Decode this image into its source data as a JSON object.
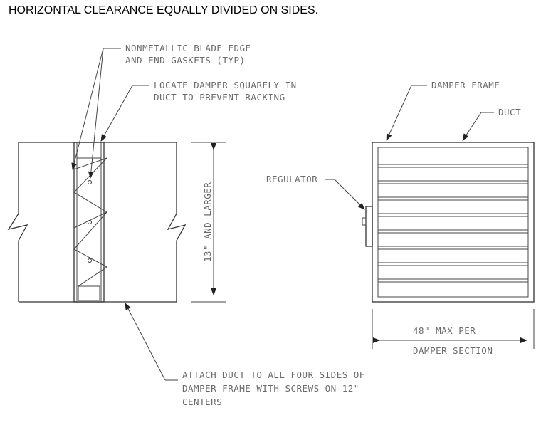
{
  "title": "HORIZONTAL CLEARANCE EQUALLY DIVIDED ON SIDES.",
  "labels": {
    "gaskets_1": "NONMETALLIC BLADE EDGE",
    "gaskets_2": "AND END GASKETS (TYP)",
    "locate_1": "LOCATE DAMPER SQUARELY IN",
    "locate_2": "DUCT TO PREVENT RACKING",
    "damper_frame": "DAMPER FRAME",
    "duct": "DUCT",
    "regulator": "REGULATOR",
    "height": "13\" AND LARGER",
    "width_1": "48\" MAX PER",
    "width_2": "DAMPER SECTION",
    "attach_1": "ATTACH DUCT TO ALL FOUR SIDES OF",
    "attach_2": "DAMPER FRAME WITH SCREWS ON 12\"",
    "attach_3": "CENTERS"
  }
}
